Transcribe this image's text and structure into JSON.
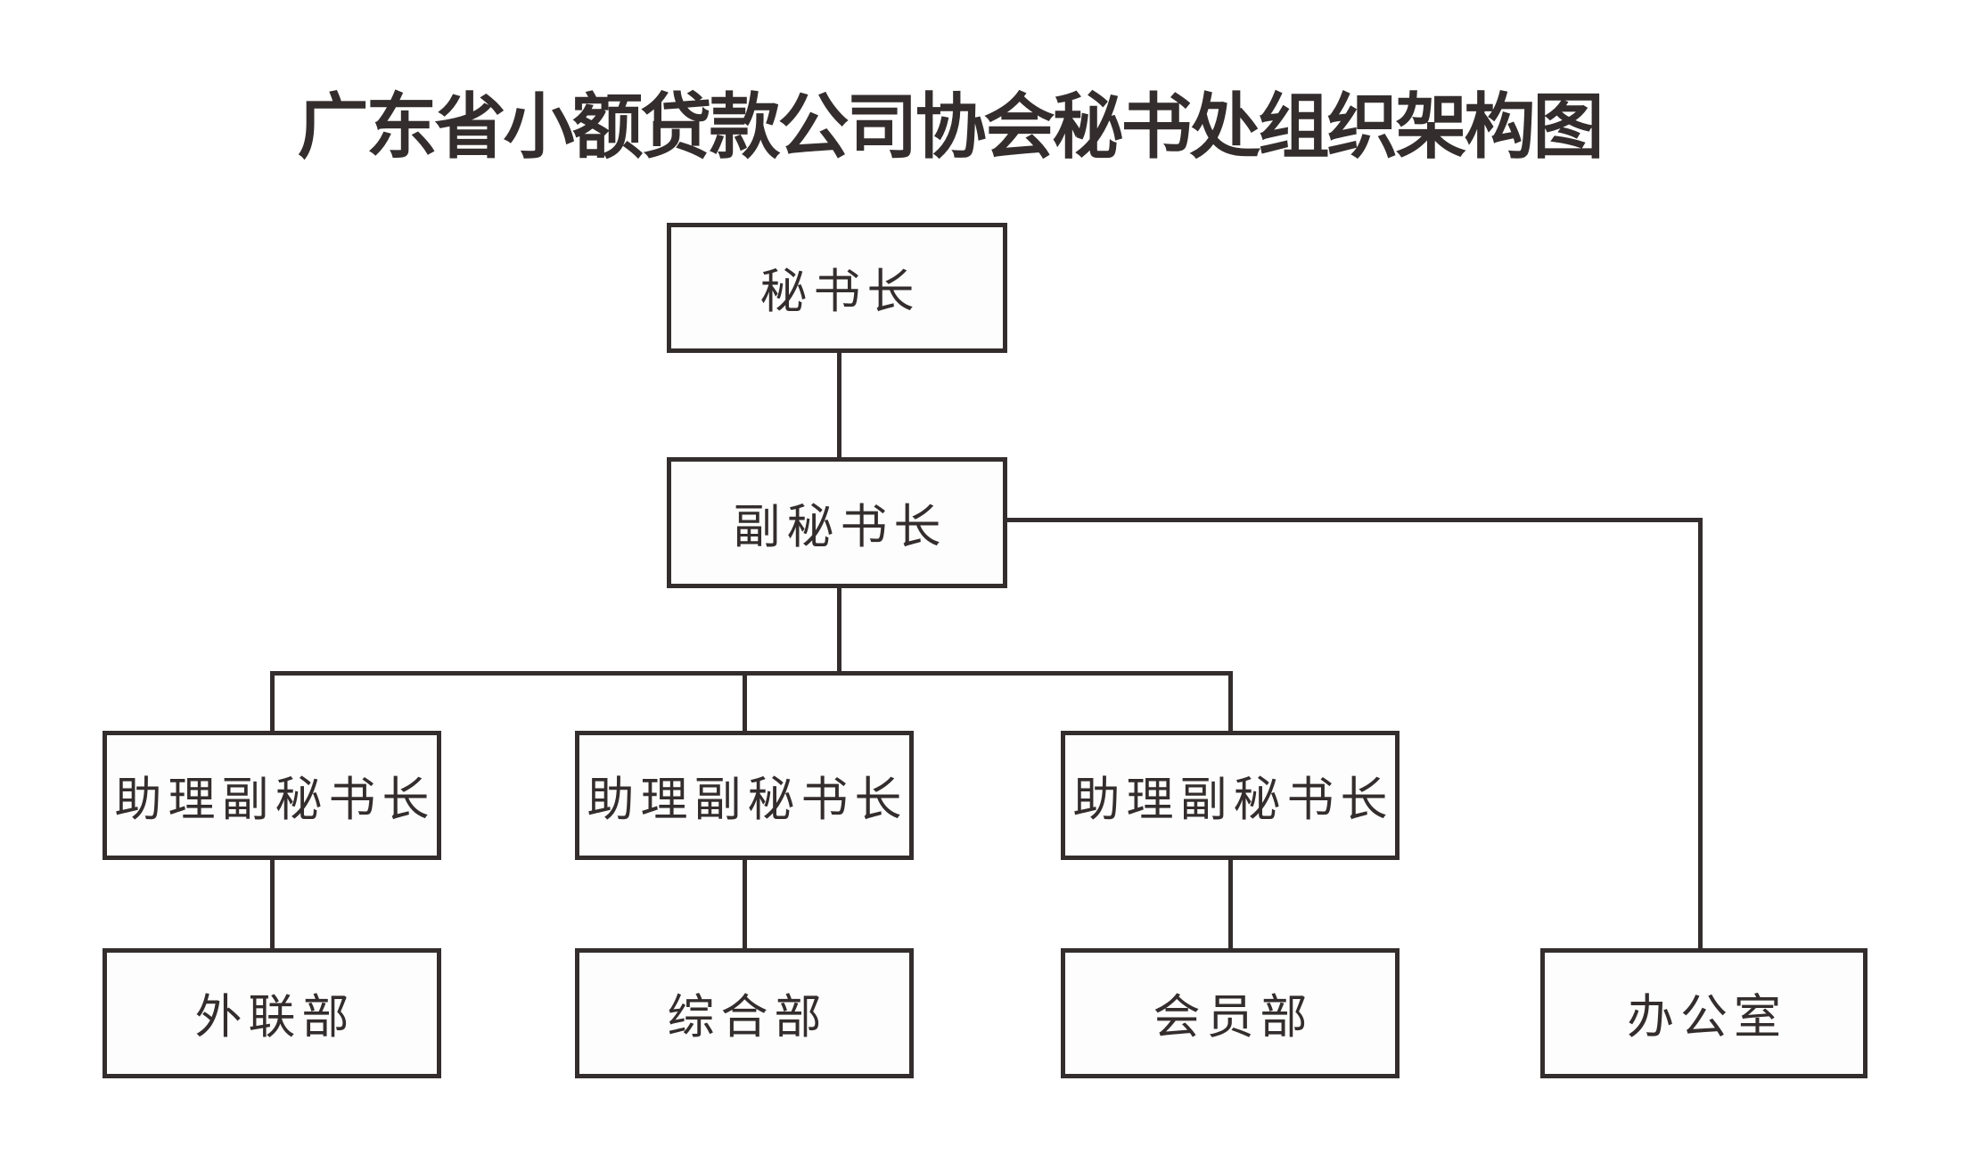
{
  "title": "广东省小额贷款公司协会秘书处组织架构图",
  "org": {
    "level1": {
      "label": "秘书长"
    },
    "level2": {
      "label": "副秘书长"
    },
    "level3": [
      {
        "label": "助理副秘书长"
      },
      {
        "label": "助理副秘书长"
      },
      {
        "label": "助理副秘书长"
      }
    ],
    "level4": [
      {
        "label": "外联部"
      },
      {
        "label": "综合部"
      },
      {
        "label": "会员部"
      },
      {
        "label": "办公室"
      }
    ]
  },
  "colors": {
    "line": "#342d2d",
    "text": "#342d2d",
    "box_fill": "#fdfdfd",
    "background": "#ffffff"
  }
}
